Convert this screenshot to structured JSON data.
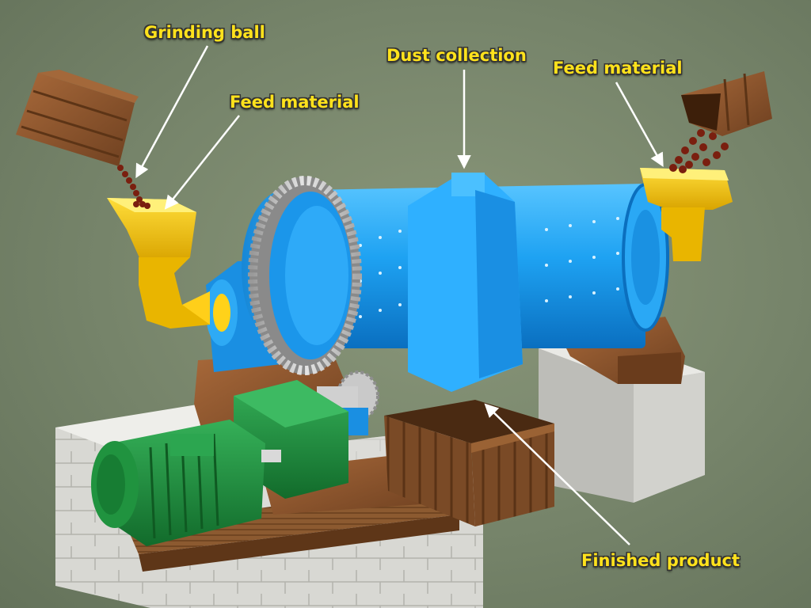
{
  "labels": {
    "grinding_ball": "Grinding ball",
    "feed_material_left": "Feed material",
    "dust_collection": "Dust collection",
    "feed_material_right": "Feed material",
    "finished_product": "Finished product"
  },
  "colors": {
    "label_text": "#ffe21c",
    "mill_shell": "#1e9ef0",
    "gear": "#c8c8c8",
    "hopper": "#f2c20f",
    "motor": "#1f8a3a",
    "wood": "#8a5530",
    "concrete": "#c9c9c4",
    "arrow": "#ffffff"
  },
  "icons": {
    "grinding_ball_crate": "wooden-crate-icon",
    "feed_crate": "wooden-crate-icon",
    "motor": "electric-motor-icon"
  }
}
